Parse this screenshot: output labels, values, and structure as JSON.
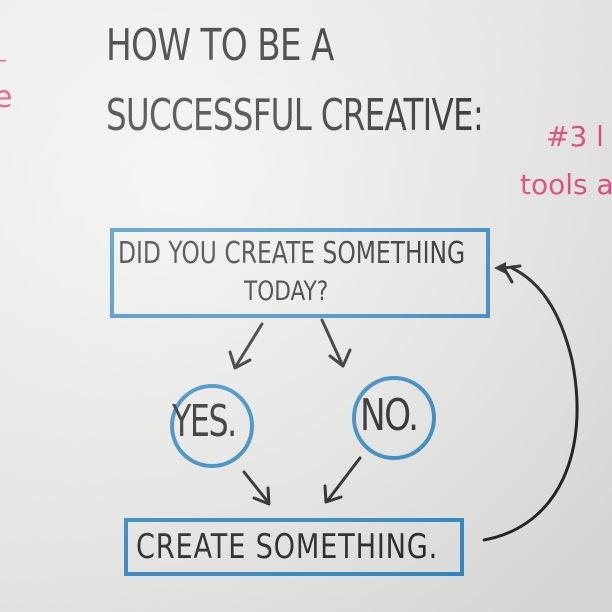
{
  "title": {
    "line1": "HOW TO BE A",
    "line2": "SUCCESSFUL CREATIVE:"
  },
  "side_notes": {
    "left_fragment": "e",
    "right_number": "#3 l",
    "right_text": "tools a"
  },
  "flowchart": {
    "question_line1": "DID YOU CREATE SOMETHING",
    "question_line2": "TODAY?",
    "yes_label": "YES.",
    "no_label": "NO.",
    "action_label": "CREATE SOMETHING."
  },
  "colors": {
    "ink": "#1c1c1c",
    "box_blue": "#2b86c5",
    "note_pink": "#e0447a",
    "board": "#ededeb"
  }
}
